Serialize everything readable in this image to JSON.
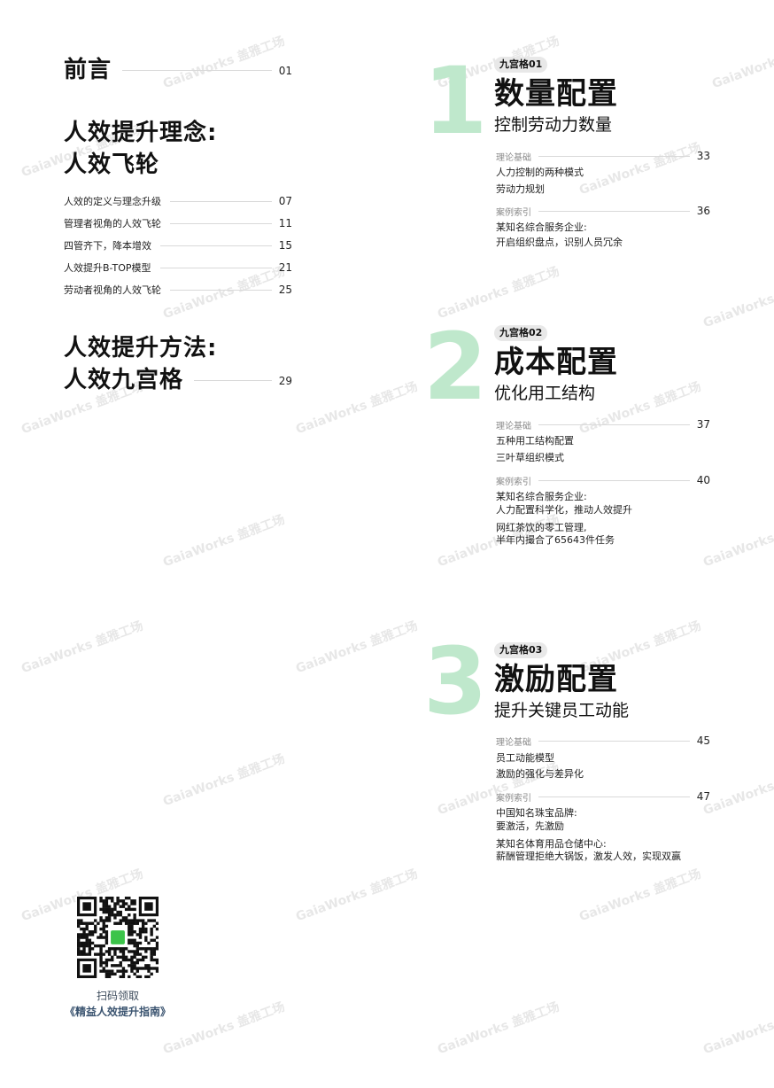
{
  "watermark": "GaiaWorks 盖雅工场",
  "preface": {
    "title": "前言",
    "page": "01"
  },
  "part1": {
    "title_line1": "人效提升理念:",
    "title_line2": "人效飞轮",
    "items": [
      {
        "label": "人效的定义与理念升级",
        "page": "07"
      },
      {
        "label": "管理者视角的人效飞轮",
        "page": "11"
      },
      {
        "label": "四管齐下，降本增效",
        "page": "15"
      },
      {
        "label": "人效提升B-TOP模型",
        "page": "21"
      },
      {
        "label": "劳动者视角的人效飞轮",
        "page": "25"
      }
    ]
  },
  "part2": {
    "title_line1": "人效提升方法:",
    "title_line2": "人效九宫格",
    "page": "29"
  },
  "sections": [
    {
      "number": "1",
      "badge": "九宫格01",
      "title": "数量配置",
      "subtitle": "控制劳动力数量",
      "theory_label": "理论基础",
      "theory_page": "33",
      "theory_items": [
        "人力控制的两种模式",
        "劳动力规划"
      ],
      "case_label": "案例索引",
      "case_page": "36",
      "case_items": [
        [
          "某知名综合服务企业:",
          "开启组织盘点，识别人员冗余"
        ]
      ]
    },
    {
      "number": "2",
      "badge": "九宫格02",
      "title": "成本配置",
      "subtitle": "优化用工结构",
      "theory_label": "理论基础",
      "theory_page": "37",
      "theory_items": [
        "五种用工结构配置",
        "三叶草组织模式"
      ],
      "case_label": "案例索引",
      "case_page": "40",
      "case_items": [
        [
          "某知名综合服务企业:",
          "人力配置科学化，推动人效提升"
        ],
        [
          "网红茶饮的零工管理,",
          "半年内撮合了65643件任务"
        ]
      ]
    },
    {
      "number": "3",
      "badge": "九宫格03",
      "title": "激励配置",
      "subtitle": "提升关键员工动能",
      "theory_label": "理论基础",
      "theory_page": "45",
      "theory_items": [
        "员工动能模型",
        "激励的强化与差异化"
      ],
      "case_label": "案例索引",
      "case_page": "47",
      "case_items": [
        [
          "中国知名珠宝品牌:",
          "要激活，先激励"
        ],
        [
          "某知名体育用品仓储中心:",
          "薪酬管理拒绝大锅饭，激发人效，实现双赢"
        ]
      ]
    }
  ],
  "qr": {
    "caption1": "扫码领取",
    "caption2": "《精益人效提升指南》"
  },
  "colors": {
    "accent_green": "#bfe8cc",
    "qr_center": "#3cc44a"
  }
}
